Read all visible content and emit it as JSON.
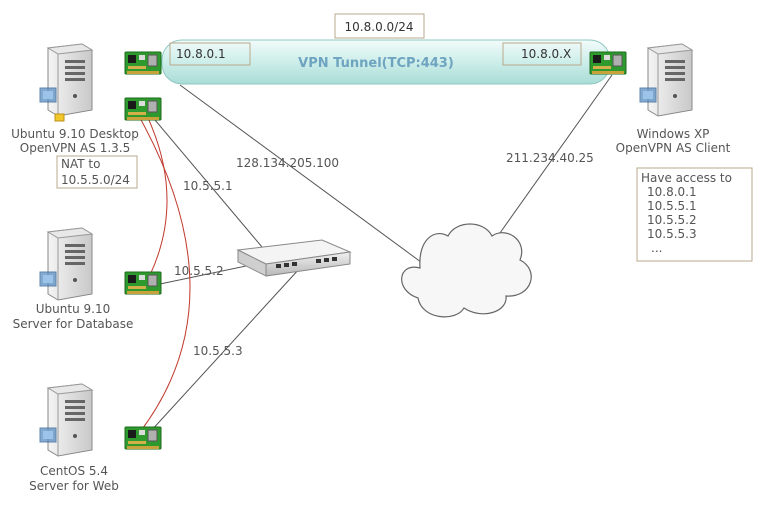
{
  "subnet_box": "10.8.0.0/24",
  "tunnel": {
    "label": "VPN Tunnel(TCP:443)",
    "left_ip": "10.8.0.1",
    "right_ip": "10.8.0.X"
  },
  "desktop": {
    "line1": "Ubuntu 9.10 Desktop",
    "line2": "OpenVPN AS 1.3.5"
  },
  "nat": {
    "line1": "NAT to",
    "line2": "10.5.5.0/24"
  },
  "client": {
    "line1": "Windows XP",
    "line2": "OpenVPN AS Client"
  },
  "access": {
    "title": "Have access to",
    "items": [
      "10.8.0.1",
      "10.5.5.1",
      "10.5.5.2",
      "10.5.5.3",
      "..."
    ]
  },
  "db_server": {
    "line1": "Ubuntu 9.10",
    "line2": "Server for Database"
  },
  "web_server": {
    "line1": "CentOS 5.4",
    "line2": "Server for Web"
  },
  "links": {
    "public_left": "128.134.205.100",
    "public_right": "211.234.40.25",
    "lan_desktop": "10.5.5.1",
    "lan_db": "10.5.5.2",
    "lan_web": "10.5.5.3"
  },
  "colors": {
    "tunnel_fill": "#d6f0ee",
    "nic_green": "#2e9a2e",
    "red_cable": "#c0392b"
  }
}
